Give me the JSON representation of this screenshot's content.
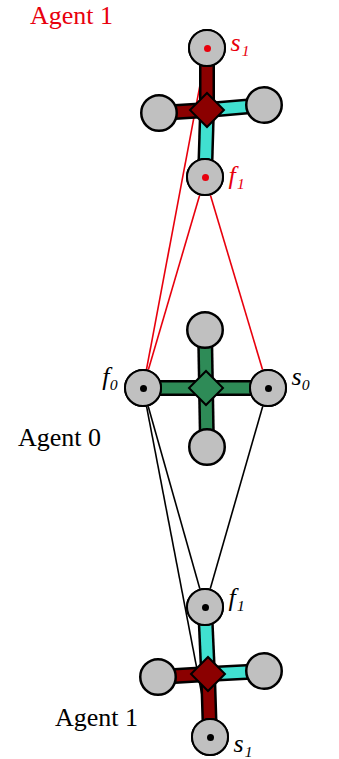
{
  "diagram": {
    "nodes": [
      {
        "text": [
          "Agent 1"
        ]
      },
      {
        "text": [
          "s₁"
        ],
        "in": 0
      },
      {
        "text": [
          "f₁"
        ],
        "in": 0
      },
      {
        "text": [
          "Agent 0"
        ]
      },
      {
        "text": [
          "f₀"
        ],
        "in": 3
      },
      {
        "text": [
          "s₀"
        ],
        "in": 3
      },
      {
        "text": [
          "Agent 1"
        ]
      },
      {
        "text": [
          "f₁"
        ],
        "in": 6
      },
      {
        "text": [
          "s₁"
        ],
        "in": 6
      }
    ],
    "edges": [
      {
        "from": 1,
        "to": 4,
        "arrow": "none"
      },
      {
        "from": 2,
        "to": 4,
        "arrow": "none"
      },
      {
        "from": 2,
        "to": 5,
        "arrow": "none"
      },
      {
        "from": 4,
        "to": 7,
        "arrow": "none"
      },
      {
        "from": 4,
        "to": 8,
        "arrow": "none"
      },
      {
        "from": 5,
        "to": 7,
        "arrow": "none"
      }
    ]
  }
}
